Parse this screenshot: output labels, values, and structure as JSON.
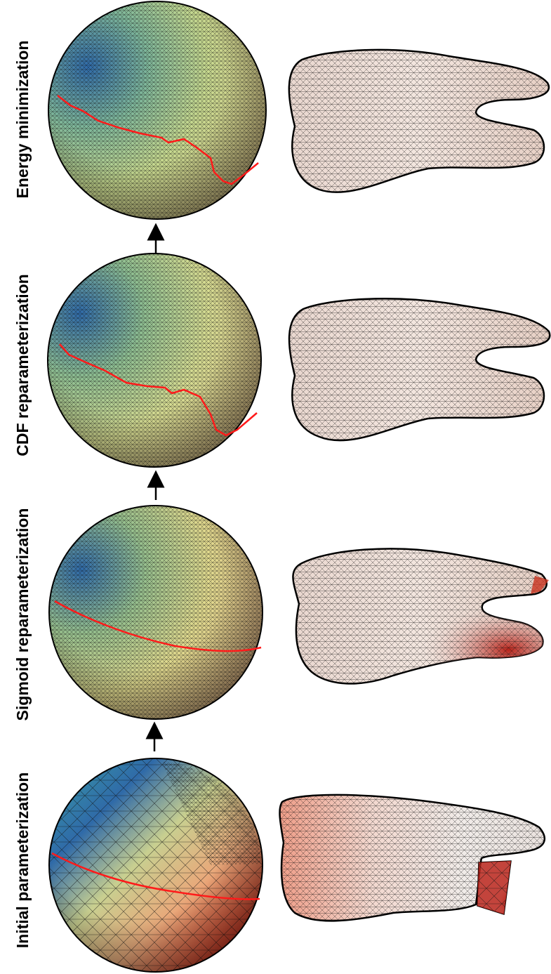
{
  "stages": [
    {
      "id": "energy",
      "label": "Energy minimization"
    },
    {
      "id": "cdf",
      "label": "CDF reparameterization"
    },
    {
      "id": "sigmoid",
      "label": "Sigmoid reparameterization"
    },
    {
      "id": "initial",
      "label": "Initial parameterization"
    }
  ],
  "colors": {
    "sphere_cool": "#2f6aa8",
    "sphere_mid": "#a9cf8a",
    "sphere_warm": "#e9d9a0",
    "sphere_hot": "#d8432c",
    "sphere_dark": "#6a1a1a",
    "cut_line": "#ff1a1a",
    "mesh_line": "#111111",
    "tooth_base": "#f1e3dc",
    "tooth_hot": "#cc2a1a"
  },
  "icons": [
    "arrow-right-icon"
  ]
}
